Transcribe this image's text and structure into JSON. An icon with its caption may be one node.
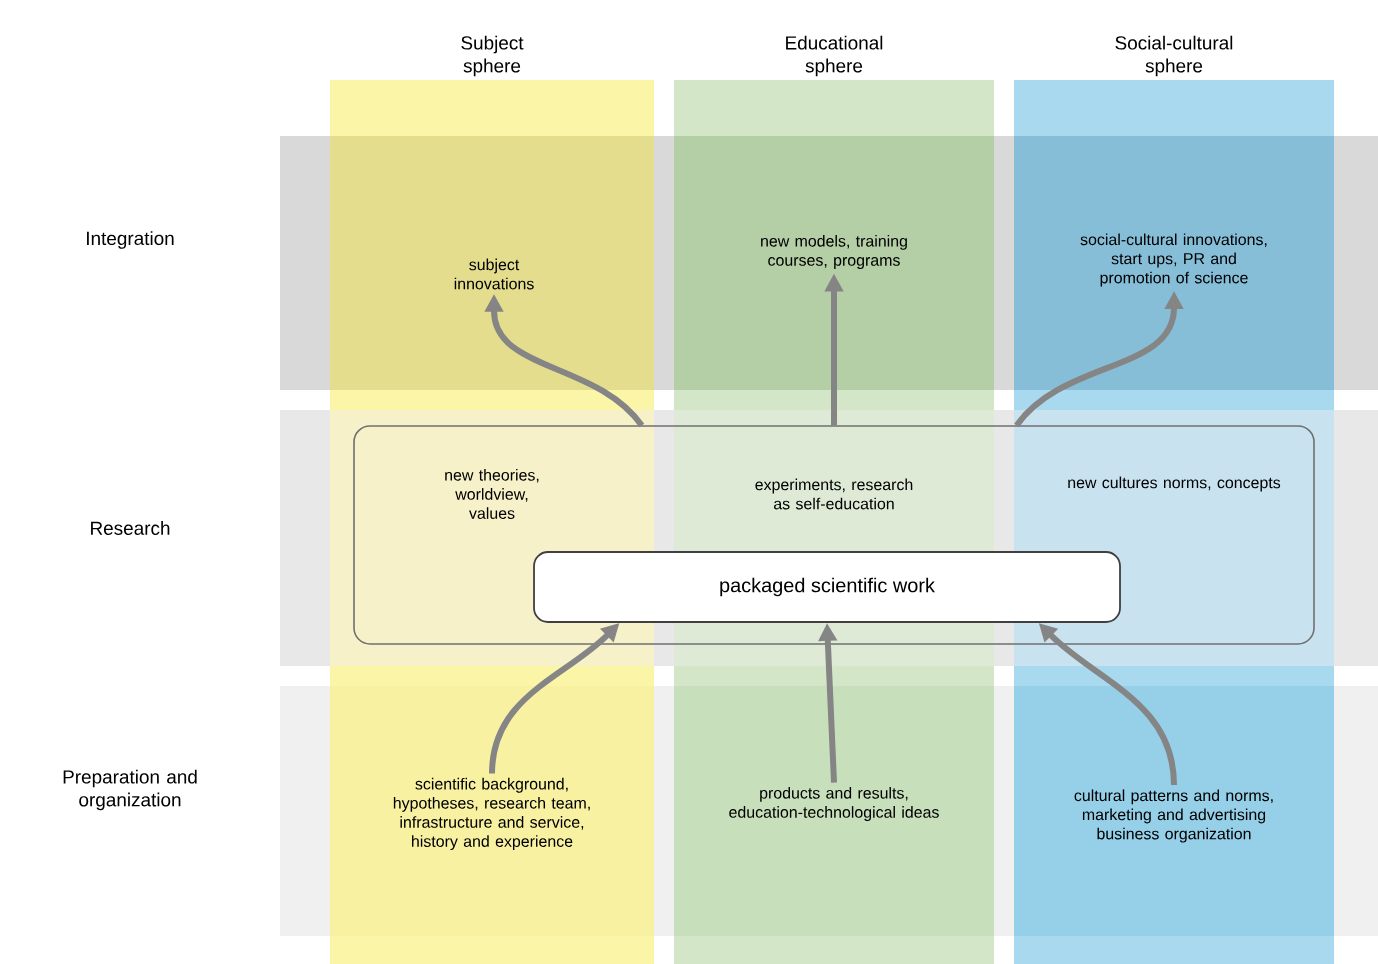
{
  "diagram": {
    "nodes": [
      {
        "text": [
          "subject innovations"
        ]
      },
      {
        "text": [
          "new models, training courses, programs"
        ]
      },
      {
        "text": [
          "social-cultural innovations, start ups, PR and promotion of science"
        ]
      },
      {
        "text": [
          "new theories, worldview, values",
          "experiments, research as self-education",
          "new cultures norms, concepts"
        ]
      },
      {
        "text": [
          "packaged scientific work"
        ],
        "in": 3
      },
      {
        "text": [
          "scientific background, hypotheses, research team, infrastructure and service, history and experience"
        ]
      },
      {
        "text": [
          "products and results, education-technological ideas"
        ]
      },
      {
        "text": [
          "cultural patterns and norms, marketing and advertising business organization"
        ]
      }
    ],
    "edges": [
      {
        "from": 3,
        "to": 0,
        "arrow": "to"
      },
      {
        "from": 3,
        "to": 1,
        "arrow": "to"
      },
      {
        "from": 3,
        "to": 2,
        "arrow": "to"
      },
      {
        "from": 5,
        "to": 4,
        "arrow": "to"
      },
      {
        "from": 6,
        "to": 4,
        "arrow": "to"
      },
      {
        "from": 7,
        "to": 4,
        "arrow": "to"
      }
    ],
    "labels": [
      "Subject sphere",
      "Educational sphere",
      "Social-cultural sphere",
      "Integration",
      "Research",
      "Preparation and organization"
    ]
  }
}
